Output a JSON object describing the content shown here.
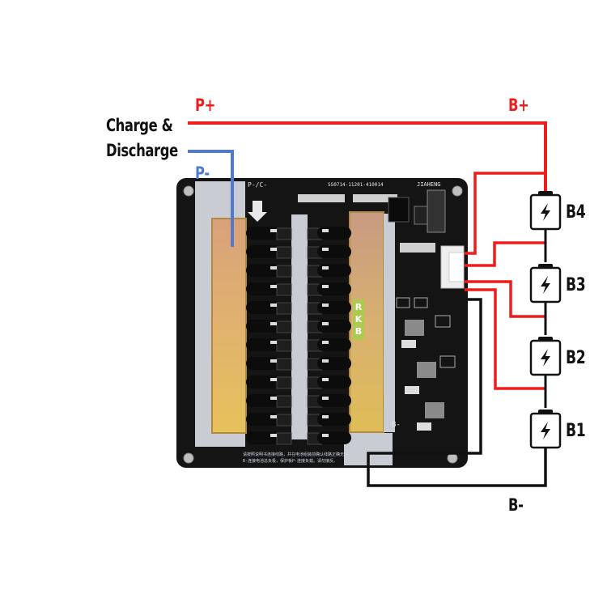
{
  "diagram": {
    "title": "4S BMS wiring diagram",
    "labels": {
      "charge_discharge_line1": "Charge &",
      "charge_discharge_line2": "Discharge",
      "p_plus": "P+",
      "p_minus": "P-",
      "b_plus": "B+",
      "b_minus": "B-"
    },
    "board": {
      "silk_top_left": "P-/C-",
      "silk_model": "SS0714-11201-410014",
      "silk_top_right": "JIAHENG",
      "silk_b_minus": "B-",
      "brand_text": "RKB",
      "silk_note_line1": "请按照说明书连接线路，并在电池组装前确认线路正确无误。",
      "silk_note_line2": "B-连接电池总负极，保护板P-连接负载。请勿接反。"
    },
    "batteries": [
      {
        "id": "B4",
        "label": "B4"
      },
      {
        "id": "B3",
        "label": "B3"
      },
      {
        "id": "B2",
        "label": "B2"
      },
      {
        "id": "B1",
        "label": "B1"
      }
    ],
    "colors": {
      "positive_wire": "#ee1c1c",
      "negative_wire_load": "#4e79d4",
      "negative_wire_battery": "#111111",
      "board": "#141414",
      "heatsink": "#d9a849"
    }
  }
}
